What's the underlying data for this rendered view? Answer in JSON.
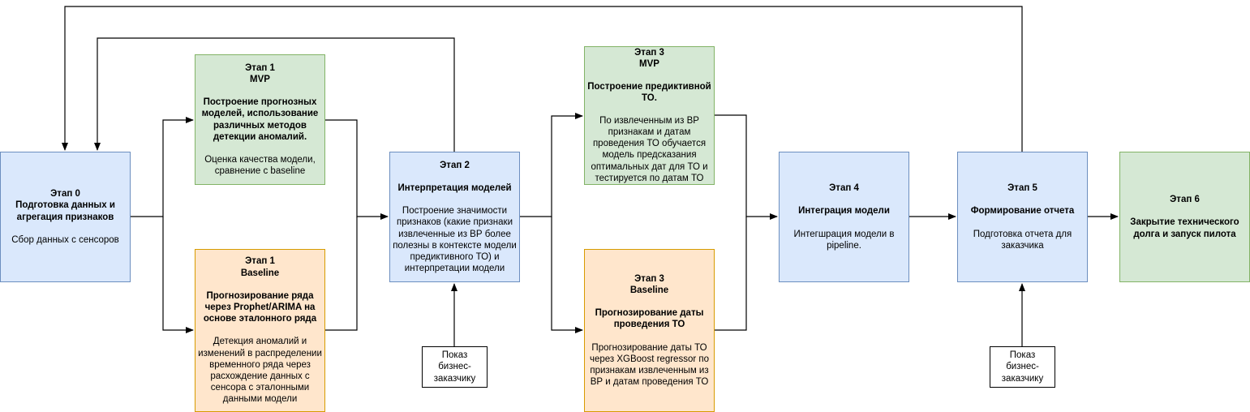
{
  "stage0": {
    "title": "Этап 0",
    "name": "Подготовка данных и агрегация признаков",
    "desc": "Сбор данных с сенсоров"
  },
  "stage1_mvp": {
    "title": "Этап 1",
    "tag": "MVP",
    "name": "Построение прогнозных моделей, использование различных методов детекции аномалий.",
    "desc": "Оценка качества модели, сравнение с baseline"
  },
  "stage1_base": {
    "title": "Этап 1",
    "tag": "Baseline",
    "name": "Прогнозирование ряда через Prophet/ARIMA на основе эталонного ряда",
    "desc": "Детекция аномалий и изменений в распределении временного ряда через расхождение данных с сенсора с эталонными данными модели"
  },
  "stage2": {
    "title": "Этап 2",
    "name": "Интерпретация моделей",
    "desc": "Построение значимости признаков (какие признаки извлеченные из ВР более полезны в контексте модели предиктивного ТО) и интерпретации модели"
  },
  "stage3_mvp": {
    "title": "Этап 3",
    "tag": "MVP",
    "name": "Построение предиктивной ТО.",
    "desc": "По извлеченным из ВР признакам и датам проведения ТО обучается модель предсказания оптимальных дат для ТО и тестируется по датам ТО"
  },
  "stage3_base": {
    "title": "Этап 3",
    "tag": "Baseline",
    "name": "Прогнозирование даты проведения ТО",
    "desc": "Прогнозирование даты ТО через XGBoost regressor по признакам извлеченным из ВР и датам проведения ТО"
  },
  "stage4": {
    "title": "Этап 4",
    "name": "Интеграция модели",
    "desc": "Интегшрация модели в pipeline."
  },
  "stage5": {
    "title": "Этап 5",
    "name": "Формирование отчета",
    "desc": "Подготовка отчета для заказчика"
  },
  "stage6": {
    "title": "Этап 6",
    "name": "Закрытие технического долга и запуск пилота"
  },
  "demo1": {
    "label": "Показ бизнес-заказчику"
  },
  "demo2": {
    "label": "Показ бизнес-заказчику"
  }
}
